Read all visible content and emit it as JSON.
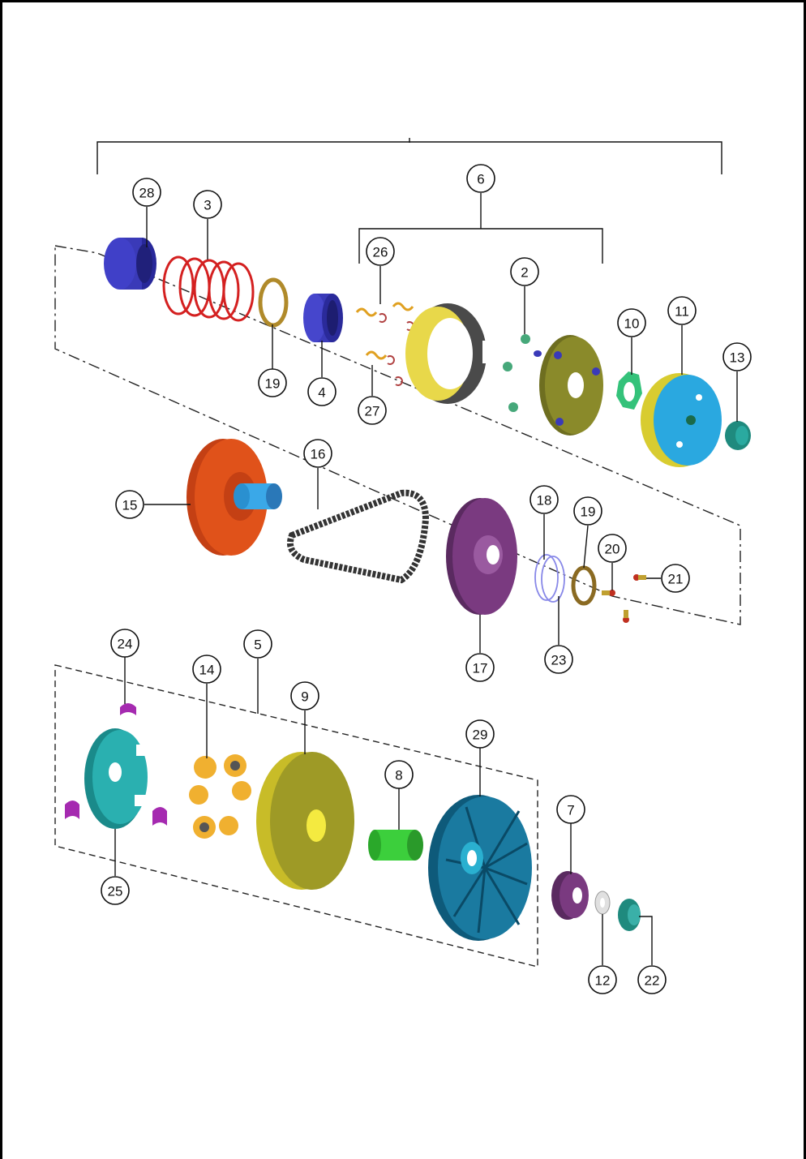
{
  "diagram": {
    "description_free": true,
    "callouts": [
      "28",
      "3",
      "19",
      "4",
      "6",
      "26",
      "27",
      "2",
      "10",
      "11",
      "13",
      "15",
      "16",
      "17",
      "18",
      "19",
      "20",
      "21",
      "23",
      "24",
      "14",
      "5",
      "9",
      "8",
      "29",
      "7",
      "12",
      "22",
      "25"
    ],
    "colors": {
      "blue_collar": "#3a3ab8",
      "spring_red": "#d42020",
      "bronze": "#b08a2a",
      "yellow": "#e8d84a",
      "olive": "#8a8a2a",
      "green": "#34c27a",
      "cyan_drum": "#2aa8e0",
      "teal": "#2a9aa0",
      "orange_pulley": "#e0521a",
      "purple_pulley": "#7a3a80",
      "belt": "#333333",
      "fan_blue": "#1a7aa0",
      "magenta": "#a52ab0",
      "tube_green": "#3ccf3c",
      "roller": "#f0b030"
    }
  }
}
